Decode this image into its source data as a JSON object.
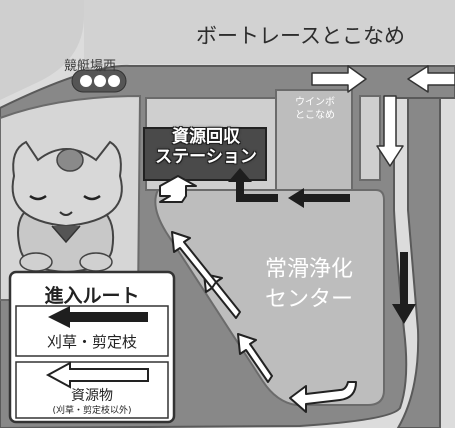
{
  "map": {
    "road_name": "ボートレースとこなめ",
    "bus_stop": "競艇場西",
    "store": {
      "line1": "ウインボ",
      "line2": "とこなめ"
    },
    "station": {
      "line1": "資源回収",
      "line2": "ステーション"
    },
    "plant": {
      "line1": "常滑浄化",
      "line2": "センター"
    }
  },
  "legend": {
    "title": "進入ルート",
    "route1": "刈草・剪定枝",
    "route2": "資源物",
    "route2_note": "(刈草・剪定枝以外)"
  },
  "colors": {
    "road": "#888888",
    "road_edge": "#5a5a5a",
    "outer_area": "#dcdcdc",
    "plant_area": "#bdbdbd",
    "station_box": "#4a4a4a",
    "arrow_dark": "#1e1e1e",
    "arrow_white": "#ffffff"
  }
}
